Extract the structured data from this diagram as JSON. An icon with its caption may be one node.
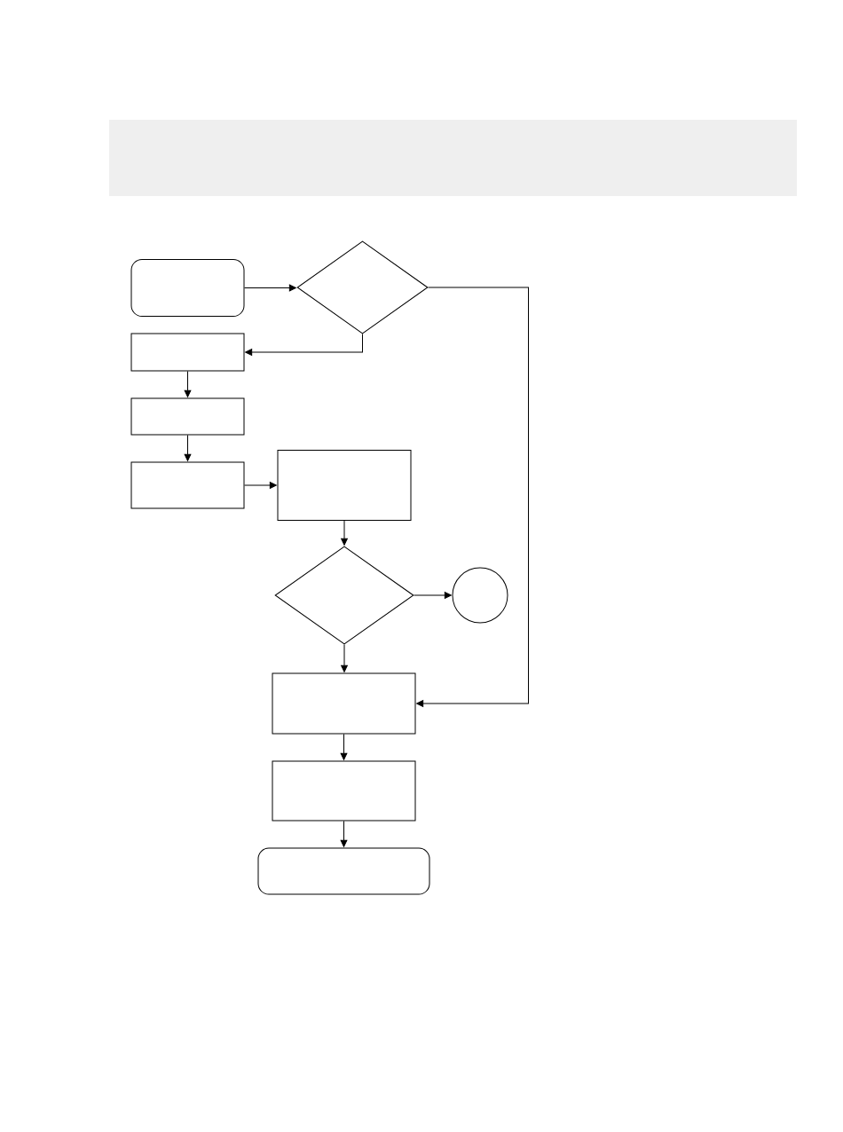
{
  "diagram": {
    "nodes": [
      {
        "text": [],
        "shape": "terminal"
      },
      {
        "text": [],
        "shape": "diamond"
      },
      {
        "text": [],
        "shape": "box"
      },
      {
        "text": [],
        "shape": "box"
      },
      {
        "text": [],
        "shape": "box"
      },
      {
        "text": [],
        "shape": "box"
      },
      {
        "text": [],
        "shape": "diamond"
      },
      {
        "text": [],
        "shape": "circle"
      },
      {
        "text": [],
        "shape": "box"
      },
      {
        "text": [],
        "shape": "box"
      },
      {
        "text": [],
        "shape": "terminal"
      }
    ],
    "edges": [
      {
        "from": 0,
        "to": 1,
        "arrow": "to"
      },
      {
        "from": 1,
        "to": 2,
        "arrow": "to"
      },
      {
        "from": 1,
        "to": 8,
        "arrow": "to"
      },
      {
        "from": 2,
        "to": 3,
        "arrow": "to"
      },
      {
        "from": 3,
        "to": 4,
        "arrow": "to"
      },
      {
        "from": 4,
        "to": 5,
        "arrow": "to"
      },
      {
        "from": 5,
        "to": 6,
        "arrow": "to"
      },
      {
        "from": 6,
        "to": 7,
        "arrow": "to"
      },
      {
        "from": 6,
        "to": 8,
        "arrow": "to"
      },
      {
        "from": 8,
        "to": 9,
        "arrow": "to"
      },
      {
        "from": 9,
        "to": 10,
        "arrow": "to"
      }
    ]
  }
}
